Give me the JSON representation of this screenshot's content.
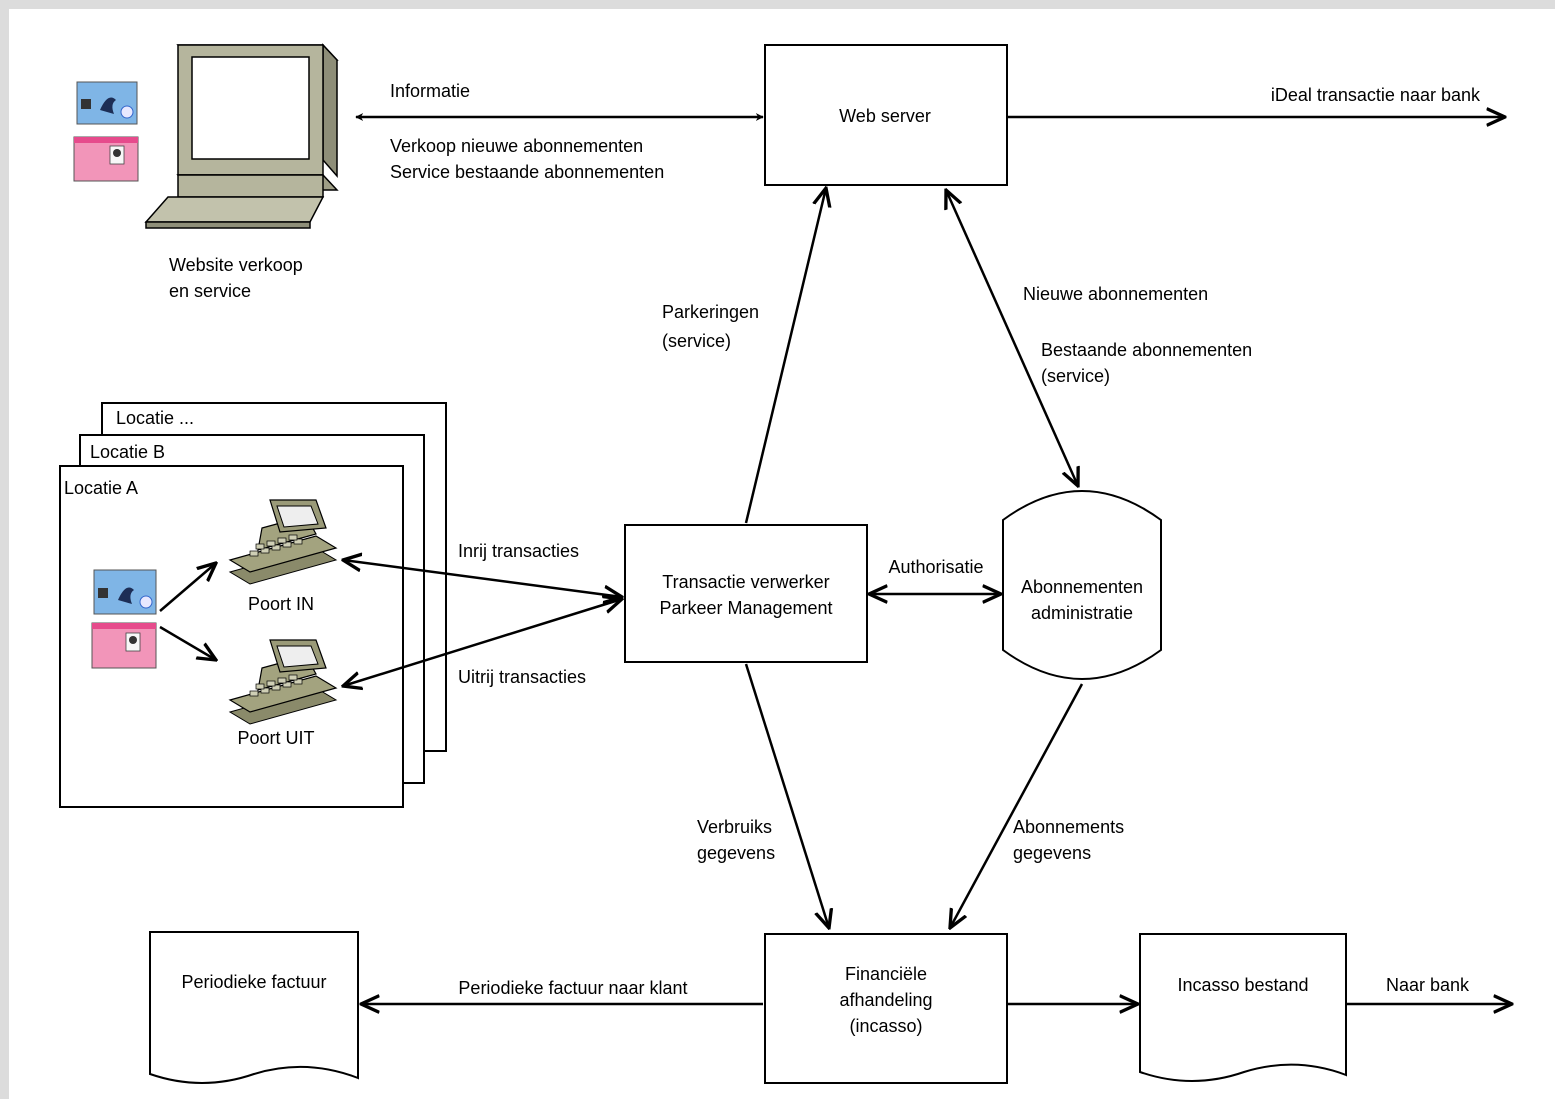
{
  "nodes": {
    "web_server": "Web server",
    "website": [
      "Website verkoop",
      "en service"
    ],
    "locatie_dots": "Locatie ...",
    "locatie_b": "Locatie B",
    "locatie_a": "Locatie A",
    "poort_in": "Poort IN",
    "poort_uit": "Poort UIT",
    "transactie": [
      "Transactie verwerker",
      "Parkeer Management"
    ],
    "abonnementen": [
      "Abonnementen",
      "administratie"
    ],
    "financiele": [
      "Financiële",
      "afhandeling",
      "(incasso)"
    ],
    "periodieke_factuur": "Periodieke factuur",
    "incasso_bestand": "Incasso bestand"
  },
  "edges": {
    "informatie": "Informatie",
    "verkoop": [
      "Verkoop nieuwe abonnementen",
      "Service bestaande abonnementen"
    ],
    "ideal": "iDeal transactie naar bank",
    "parkeringen": [
      "Parkeringen",
      "(service)"
    ],
    "nieuwe_abon": "Nieuwe abonnementen",
    "bestaande_abon": [
      "Bestaande abonnementen",
      "(service)"
    ],
    "inrij": "Inrij transacties",
    "uitrij": "Uitrij transacties",
    "authorisatie": "Authorisatie",
    "verbruiks": [
      "Verbruiks",
      "gegevens"
    ],
    "abonnements": [
      "Abonnements",
      "gegevens"
    ],
    "periodieke_naar_klant": "Periodieke factuur naar klant",
    "naar_bank": "Naar bank"
  },
  "icons": {
    "computer": "desktop-computer-icon",
    "terminal": "card-terminal-icon",
    "card_blue": "ov-chipcard-blue-icon",
    "card_pink": "ov-chipcard-pink-icon"
  },
  "colors": {
    "line": "#000000",
    "page_border": "#dcdcdc",
    "computer_body": "#b5b59d",
    "terminal_body": "#a3a37f"
  }
}
